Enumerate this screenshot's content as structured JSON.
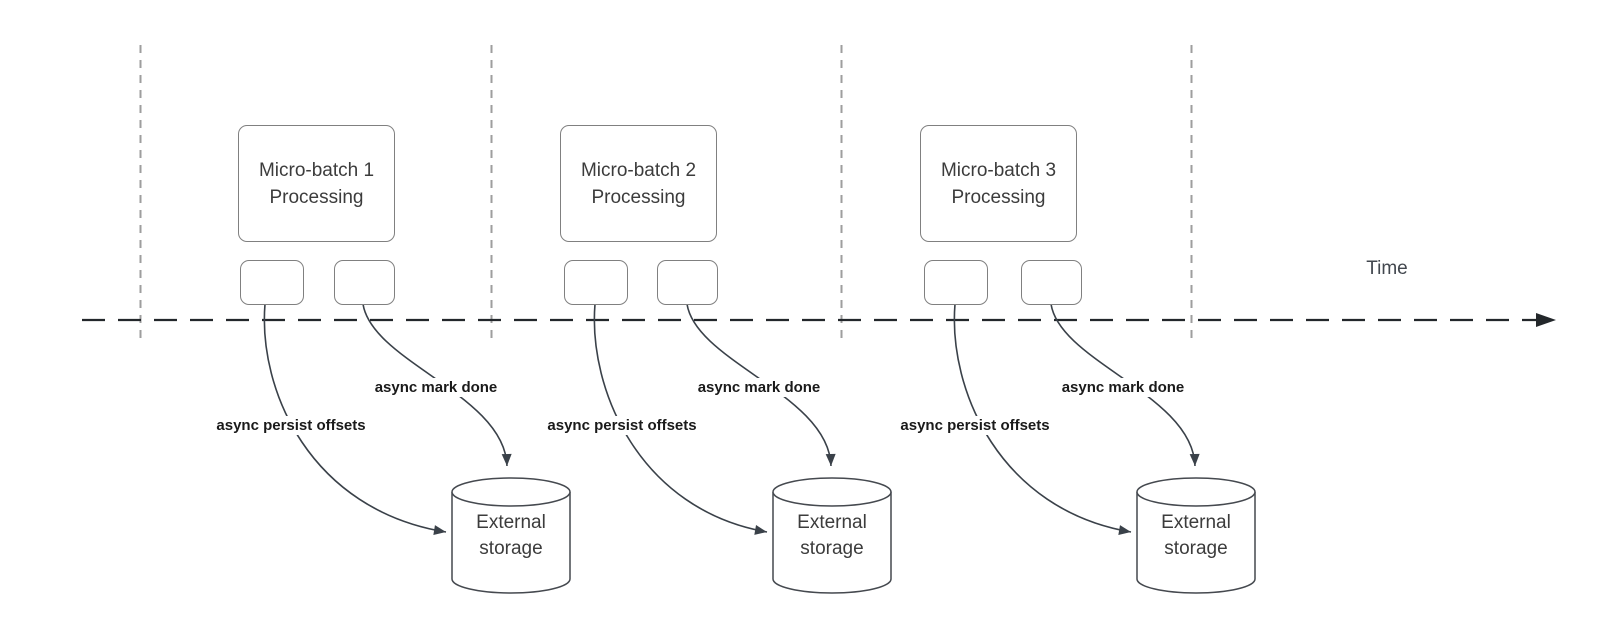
{
  "timeline": {
    "label": "Time"
  },
  "sections": [
    {
      "box_title": "Micro-batch 1\nProcessing",
      "persist_label": "async persist offsets",
      "markdone_label": "async mark done",
      "storage_label": "External\nstorage"
    },
    {
      "box_title": "Micro-batch 2\nProcessing",
      "persist_label": "async persist offsets",
      "markdone_label": "async mark done",
      "storage_label": "External\nstorage"
    },
    {
      "box_title": "Micro-batch 3\nProcessing",
      "persist_label": "async persist offsets",
      "markdone_label": "async mark done",
      "storage_label": "External\nstorage"
    }
  ],
  "colors": {
    "arrow": "#3a4149",
    "timeline_axis": "#23272b",
    "guide_line": "#9e9e9e",
    "box_border": "#808080",
    "cylinder_stroke": "#45494f",
    "box_text": "#3c3c3c",
    "label_text": "#1a1a1a"
  }
}
